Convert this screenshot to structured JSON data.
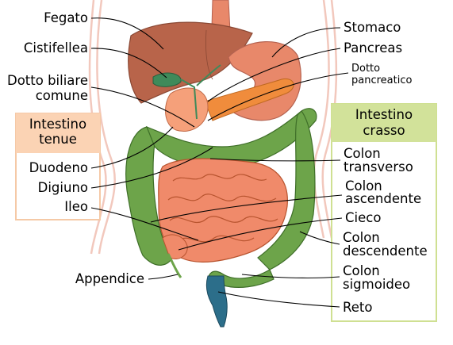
{
  "labels_left": {
    "fegato": "Fegato",
    "cistifellea": "Cistifellea",
    "dotto_biliare_1": "Dotto biliare",
    "dotto_biliare_2": "comune",
    "duodeno": "Duodeno",
    "digiuno": "Digiuno",
    "ileo": "Ileo",
    "appendice": "Appendice"
  },
  "labels_right": {
    "stomaco": "Stomaco",
    "pancreas": "Pancreas",
    "dotto_pancreatico_1": "Dotto",
    "dotto_pancreatico_2": "pancreatico",
    "colon_transverso_1": "Colon",
    "colon_transverso_2": "transverso",
    "colon_ascendente_1": "Colon",
    "colon_ascendente_2": "ascendente",
    "cieco": "Cieco",
    "colon_descendente_1": "Colon",
    "colon_descendente_2": "descendente",
    "colon_sigmoideo_1": "Colon",
    "colon_sigmoideo_2": "sigmoideo",
    "reto": "Reto"
  },
  "legend_tenue": {
    "line1": "Intestino",
    "line2": "tenue"
  },
  "legend_crasso": {
    "line1": "Intestino",
    "line2": "crasso"
  },
  "colors": {
    "liver": "#b8644a",
    "stomach": "#e8886a",
    "pancreas": "#f08c3c",
    "small_intestine": "#f08a6a",
    "large_intestine": "#6da44a",
    "gallbladder": "#3f8a5a",
    "rectum": "#2c6e8a",
    "box_tenue": "#fbd3b4",
    "box_crasso": "#d2e29a"
  }
}
